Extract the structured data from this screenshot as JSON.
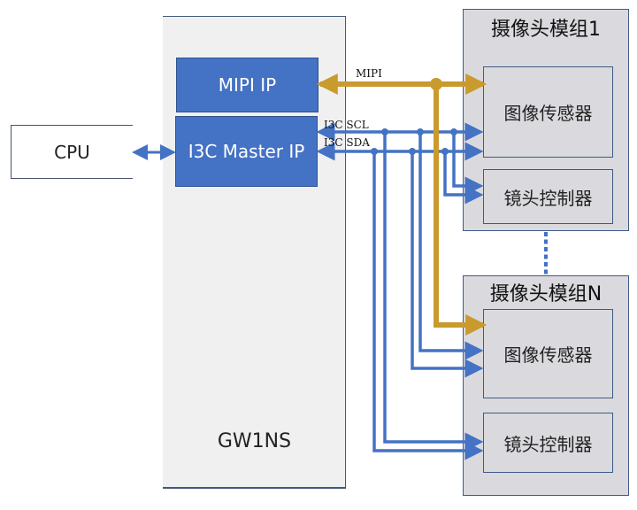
{
  "diagram": {
    "cpu": {
      "label": "CPU"
    },
    "fpga": {
      "label": "GW1NS",
      "blocks": {
        "mipi_ip": "MIPI IP",
        "i3c_master_ip": "I3C Master IP"
      }
    },
    "signals": {
      "mipi": "MIPI",
      "i3c_scl": "I3C SCL",
      "i3c_sda": "I3C SDA"
    },
    "modules": [
      {
        "title": "摄像头模组1",
        "image_sensor": "图像传感器",
        "lens_controller": "镜头控制器"
      },
      {
        "title": "摄像头模组N",
        "image_sensor": "图像传感器",
        "lens_controller": "镜头控制器"
      }
    ],
    "colors": {
      "ip_block": "#4472c4",
      "i3c_bus": "#4472c4",
      "mipi_bus": "#c99a2e",
      "module_fill": "#dadade",
      "fpga_fill": "#f0f0f0",
      "border": "#3d5a88"
    }
  }
}
